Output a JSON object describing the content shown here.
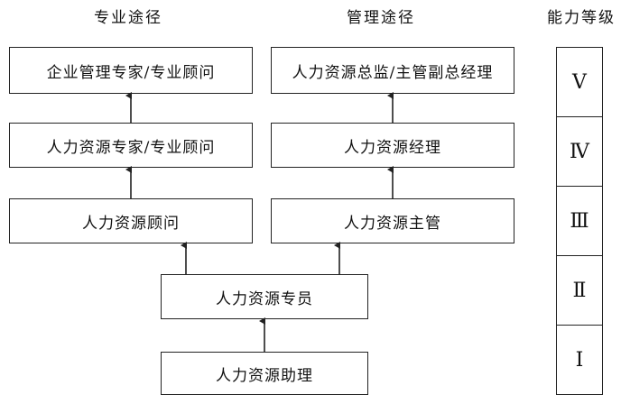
{
  "headings": {
    "professional": "专业途径",
    "management": "管理途径",
    "levels": "能力等级"
  },
  "professional_path": [
    "企业管理专家/专业顾问",
    "人力资源专家/专业顾问",
    "人力资源顾问"
  ],
  "management_path": [
    "人力资源总监/主管副总经理",
    "人力资源经理",
    "人力资源主管"
  ],
  "shared_path": [
    "人力资源专员",
    "人力资源助理"
  ],
  "levels": [
    "Ⅴ",
    "Ⅳ",
    "Ⅲ",
    "Ⅱ",
    "Ⅰ"
  ]
}
